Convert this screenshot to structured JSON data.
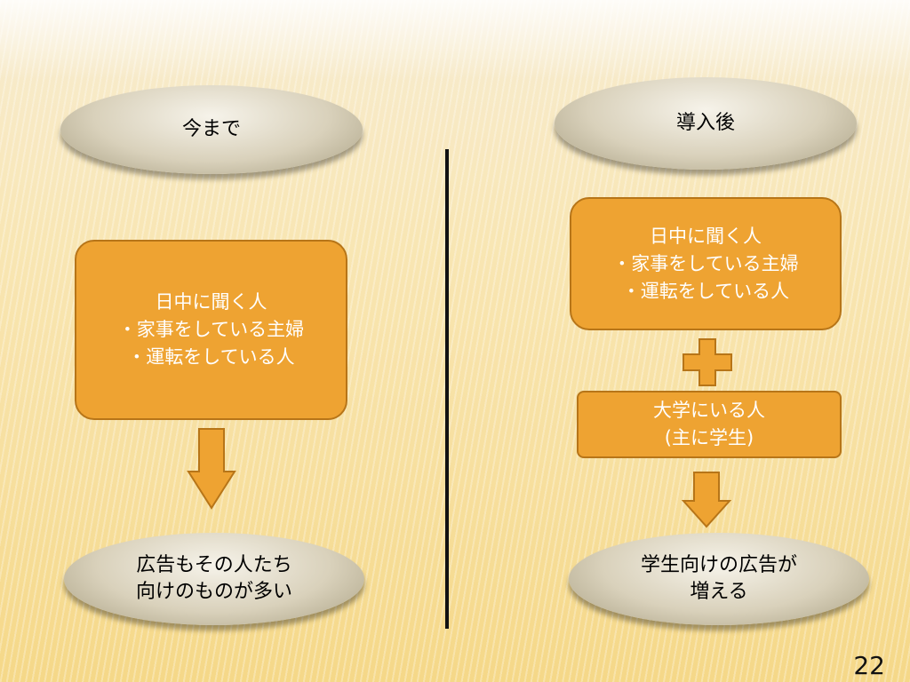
{
  "left": {
    "header": "今まで",
    "box_lines": [
      "日中に聞く人",
      "・家事をしている主婦",
      "・運転をしている人"
    ],
    "result_lines": [
      "広告もその人たち",
      "向けのものが多い"
    ]
  },
  "right": {
    "header": "導入後",
    "box_lines": [
      "日中に聞く人",
      "・家事をしている主婦",
      "・運転をしている人"
    ],
    "extra_lines": [
      "大学にいる人",
      "(主に学生)"
    ],
    "result_lines": [
      "学生向けの広告が",
      "増える"
    ]
  },
  "page_number": "22",
  "colors": {
    "box_fill": "#eea332",
    "box_border": "#b77518",
    "arrow_fill": "#eea332"
  }
}
